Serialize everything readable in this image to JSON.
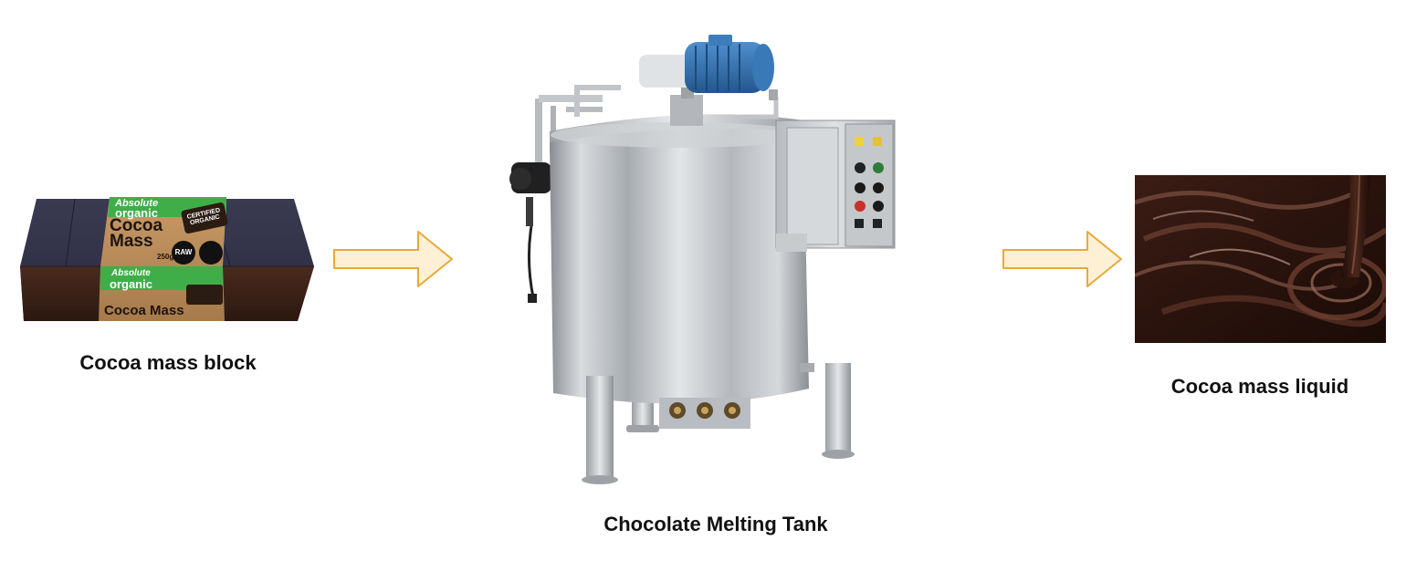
{
  "stages": [
    {
      "id": "block",
      "caption": "Cocoa mass block",
      "package": {
        "brand_line1": "Absolute",
        "brand_line2": "organic",
        "product_line1": "Cocoa",
        "product_line2": "Mass",
        "badge_certified": "CERTIFIED",
        "badge_organic": "ORGANIC",
        "badge_raw": "RAW",
        "weight": "250g",
        "front_brand1": "Absolute",
        "front_brand2": "organic",
        "front_product": "Cocoa Mass"
      }
    },
    {
      "id": "tank",
      "caption": "Chocolate Melting Tank"
    },
    {
      "id": "liquid",
      "caption": "Cocoa mass liquid"
    }
  ],
  "colors": {
    "arrow_fill": "#fdf0d5",
    "arrow_stroke": "#e8a93a",
    "caption_text": "#111111",
    "chocolate_dark": "#2a1510",
    "package_green": "#3fae49",
    "motor_blue": "#2f6fae",
    "steel": "#c4c7ca"
  },
  "icons": [
    "right-arrow-icon",
    "right-arrow-icon"
  ]
}
